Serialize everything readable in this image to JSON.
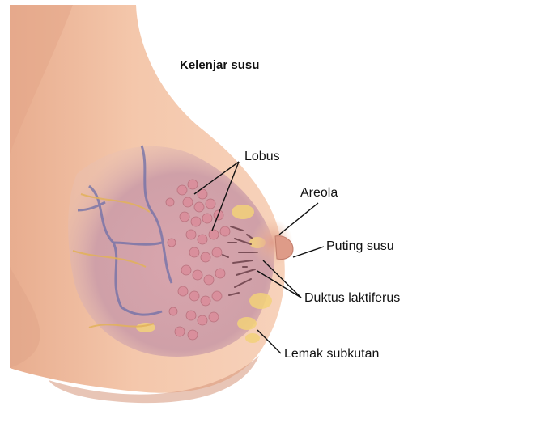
{
  "diagram": {
    "title": "Kelenjar susu",
    "labels": {
      "lobus": "Lobus",
      "areola": "Areola",
      "puting_susu": "Puting susu",
      "duktus_laktiferus": "Duktus laktiferus",
      "lemak_subkutan": "Lemak subkutan"
    }
  },
  "colors": {
    "skin": "#f1c1a3",
    "skin_shadow": "#d99c7d",
    "gland_tissue": "#cfa0a8",
    "lobule": "#d98f9c",
    "fat": "#f3d27a",
    "vein": "#6e6fa8",
    "nerve": "#e2b25a",
    "leader_line": "#111111"
  }
}
